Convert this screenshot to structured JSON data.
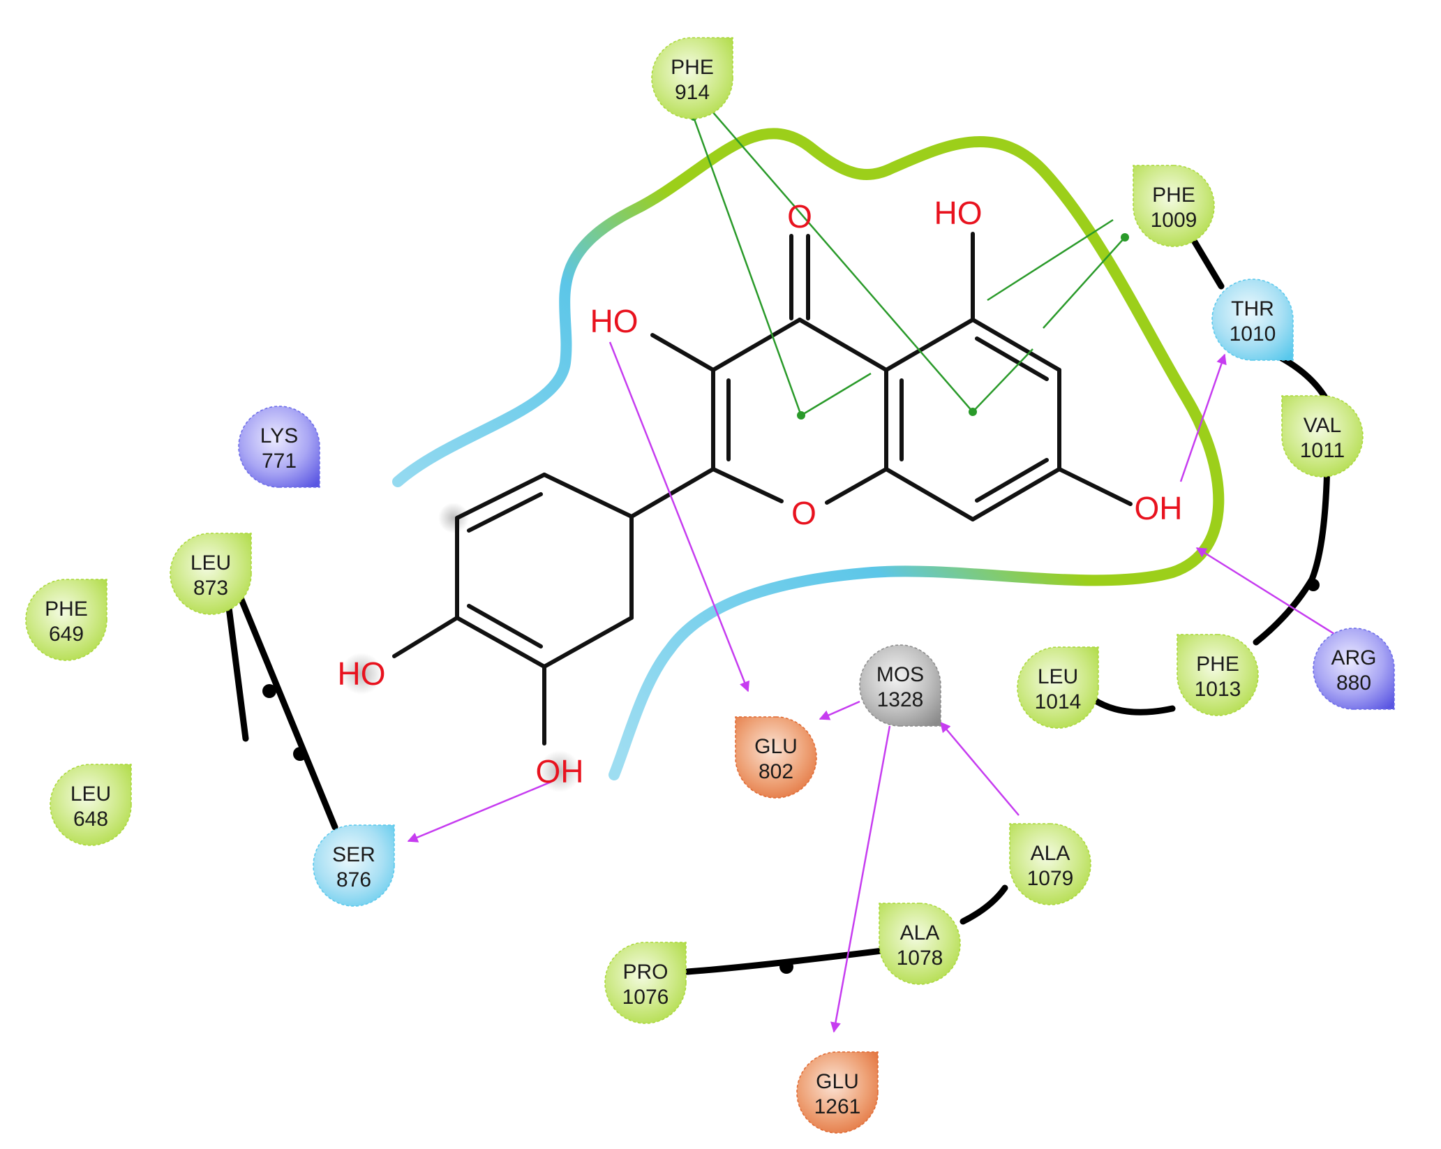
{
  "diagram": {
    "ligand_atoms": {
      "carbonyl_o": "O",
      "ring_o": "O",
      "oh_3": "HO",
      "oh_5": "HO",
      "oh_7": "OH",
      "oh_3p": "OH",
      "oh_4p": "HO"
    },
    "residues": [
      {
        "id": "phe914",
        "name": "PHE",
        "num": "914",
        "type": "hydrophobic"
      },
      {
        "id": "phe1009",
        "name": "PHE",
        "num": "1009",
        "type": "hydrophobic"
      },
      {
        "id": "thr1010",
        "name": "THR",
        "num": "1010",
        "type": "polar"
      },
      {
        "id": "val1011",
        "name": "VAL",
        "num": "1011",
        "type": "hydrophobic"
      },
      {
        "id": "lys771",
        "name": "LYS",
        "num": "771",
        "type": "positive"
      },
      {
        "id": "leu873",
        "name": "LEU",
        "num": "873",
        "type": "hydrophobic"
      },
      {
        "id": "phe649",
        "name": "PHE",
        "num": "649",
        "type": "hydrophobic"
      },
      {
        "id": "leu648",
        "name": "LEU",
        "num": "648",
        "type": "hydrophobic"
      },
      {
        "id": "ser876",
        "name": "SER",
        "num": "876",
        "type": "polar"
      },
      {
        "id": "mos1328",
        "name": "MOS",
        "num": "1328",
        "type": "other"
      },
      {
        "id": "glu802",
        "name": "GLU",
        "num": "802",
        "type": "negative"
      },
      {
        "id": "leu1014",
        "name": "LEU",
        "num": "1014",
        "type": "hydrophobic"
      },
      {
        "id": "phe1013",
        "name": "PHE",
        "num": "1013",
        "type": "hydrophobic"
      },
      {
        "id": "arg880",
        "name": "ARG",
        "num": "880",
        "type": "positive"
      },
      {
        "id": "ala1079",
        "name": "ALA",
        "num": "1079",
        "type": "hydrophobic"
      },
      {
        "id": "ala1078",
        "name": "ALA",
        "num": "1078",
        "type": "hydrophobic"
      },
      {
        "id": "pro1076",
        "name": "PRO",
        "num": "1076",
        "type": "hydrophobic"
      },
      {
        "id": "glu1261",
        "name": "GLU",
        "num": "1261",
        "type": "negative"
      }
    ],
    "residue_colors": {
      "hydrophobic": "#a9d838",
      "polar": "#58c8ec",
      "positive": "#6a6ae8",
      "negative": "#e06830",
      "other": "#8a8a8a"
    },
    "interaction_colors": {
      "h_bond": "#c63cf0",
      "pi_pi": "#2a9a2a"
    }
  }
}
